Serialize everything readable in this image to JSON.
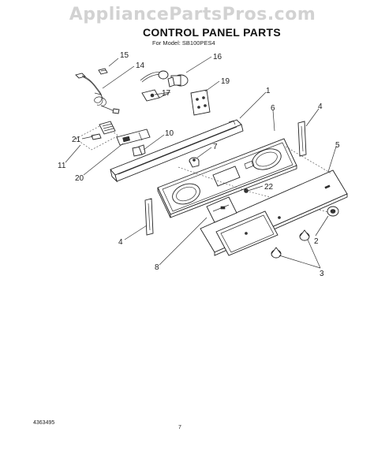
{
  "watermark": "AppliancePartsPros.com",
  "title": "CONTROL PANEL PARTS",
  "model_line": "For Model: SB100PES4",
  "footer": {
    "doc_number": "4363495",
    "page_number": "7"
  },
  "callouts": [
    "15",
    "14",
    "16",
    "19",
    "17",
    "1",
    "6",
    "4",
    "10",
    "21",
    "7",
    "11",
    "20",
    "5",
    "22",
    "4",
    "2",
    "8",
    "3"
  ]
}
